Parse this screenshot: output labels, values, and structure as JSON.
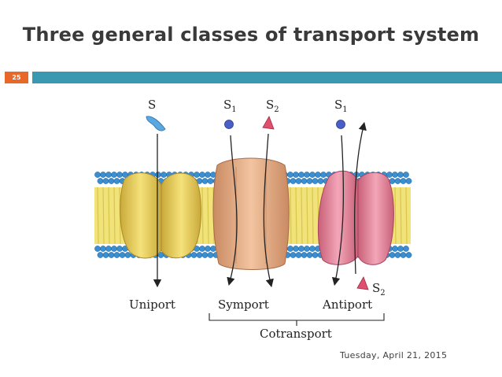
{
  "slide": {
    "title": "Three general classes of transport system",
    "number": "25",
    "date": "Tuesday, April 21, 2015"
  },
  "diagram": {
    "labels": {
      "uniport_substrate": "S",
      "symport_s1": "S",
      "symport_s1_sub": "1",
      "symport_s2": "S",
      "symport_s2_sub": "2",
      "antiport_s1": "S",
      "antiport_s1_sub": "1",
      "antiport_s2": "S",
      "antiport_s2_sub": "2",
      "uniport": "Uniport",
      "symport": "Symport",
      "antiport": "Antiport",
      "cotransport": "Cotransport"
    },
    "colors": {
      "accent_orange": "#e8682a",
      "rule_teal": "#3a99b0",
      "lipid_head": "#3b8fd0",
      "lipid_tail": "#f2e27a",
      "uniport_protein": "#f0d860",
      "symport_protein": "#e8b48a",
      "antiport_protein": "#e88aa0",
      "substrate_blue": "#4a6fc8",
      "substrate_pink": "#e0506e"
    }
  }
}
